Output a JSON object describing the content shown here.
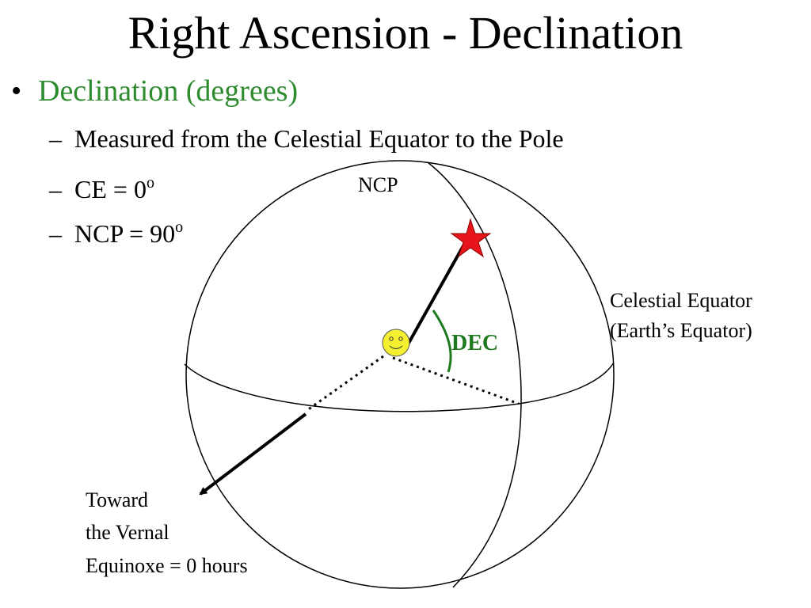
{
  "slide": {
    "title": "Right Ascension - Declination",
    "bullet": "Declination (degrees)",
    "bullet_symbol": "•",
    "sub_items": [
      {
        "dash": "–",
        "text": "Measured from the Celestial Equator to the Pole",
        "sup": ""
      },
      {
        "dash": "–",
        "text": "CE = 0",
        "sup": "o"
      },
      {
        "dash": "–",
        "text": "NCP = 90",
        "sup": "o"
      }
    ]
  },
  "diagram": {
    "ncp_label": "NCP",
    "equator_label_line1": "Celestial Equator",
    "equator_label_line2": "(Earth’s Equator)",
    "dec_label": "DEC",
    "vernal_line1": "Toward",
    "vernal_line2": "the Vernal",
    "vernal_line3": "Equinoxe = 0 hours"
  },
  "colors": {
    "bullet_green": "#2e8b2e",
    "dec_green": "#1f7a1f",
    "star_red": "#e8141c",
    "earth_yellow": "#f4ef30"
  },
  "icons": {
    "star": "star-icon",
    "earth": "smiley-earth-icon"
  }
}
